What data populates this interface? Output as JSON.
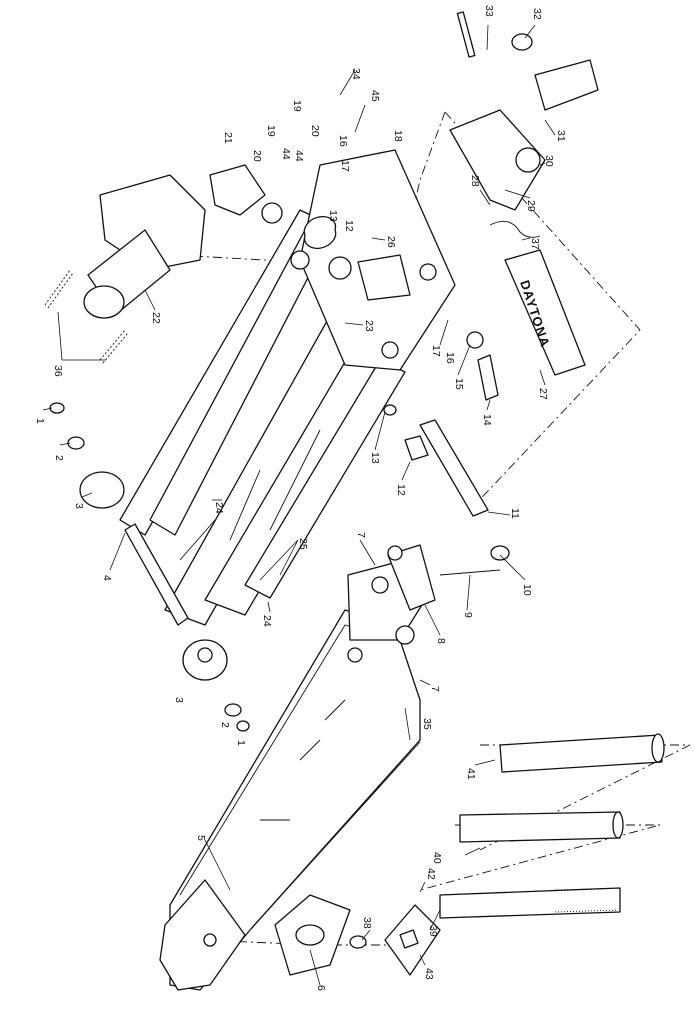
{
  "diagram": {
    "brand_plate_text": "DAYTONA",
    "callouts": [
      {
        "id": "c1a",
        "label": "1"
      },
      {
        "id": "c2a",
        "label": "2"
      },
      {
        "id": "c3a",
        "label": "3"
      },
      {
        "id": "c4",
        "label": "4"
      },
      {
        "id": "c5",
        "label": "5"
      },
      {
        "id": "c6",
        "label": "6"
      },
      {
        "id": "c7a",
        "label": "7"
      },
      {
        "id": "c7b",
        "label": "7"
      },
      {
        "id": "c8",
        "label": "8"
      },
      {
        "id": "c9",
        "label": "9"
      },
      {
        "id": "c10",
        "label": "10"
      },
      {
        "id": "c11",
        "label": "11"
      },
      {
        "id": "c12a",
        "label": "12"
      },
      {
        "id": "c12b",
        "label": "12"
      },
      {
        "id": "c13a",
        "label": "13"
      },
      {
        "id": "c13b",
        "label": "13"
      },
      {
        "id": "c14",
        "label": "14"
      },
      {
        "id": "c15",
        "label": "15"
      },
      {
        "id": "c16a",
        "label": "16"
      },
      {
        "id": "c16b",
        "label": "16"
      },
      {
        "id": "c17a",
        "label": "17"
      },
      {
        "id": "c17b",
        "label": "17"
      },
      {
        "id": "c18",
        "label": "18"
      },
      {
        "id": "c19a",
        "label": "19"
      },
      {
        "id": "c19b",
        "label": "19"
      },
      {
        "id": "c20a",
        "label": "20"
      },
      {
        "id": "c20b",
        "label": "20"
      },
      {
        "id": "c21",
        "label": "21"
      },
      {
        "id": "c22",
        "label": "22"
      },
      {
        "id": "c23",
        "label": "23"
      },
      {
        "id": "c24a",
        "label": "24"
      },
      {
        "id": "c24b",
        "label": "24"
      },
      {
        "id": "c25",
        "label": "25"
      },
      {
        "id": "c26",
        "label": "26"
      },
      {
        "id": "c27",
        "label": "27"
      },
      {
        "id": "c28",
        "label": "28"
      },
      {
        "id": "c29",
        "label": "29"
      },
      {
        "id": "c30",
        "label": "30"
      },
      {
        "id": "c31",
        "label": "31"
      },
      {
        "id": "c32",
        "label": "32"
      },
      {
        "id": "c33",
        "label": "33"
      },
      {
        "id": "c34",
        "label": "34"
      },
      {
        "id": "c35",
        "label": "35"
      },
      {
        "id": "c36",
        "label": "36"
      },
      {
        "id": "c37",
        "label": "37"
      },
      {
        "id": "c38",
        "label": "38"
      },
      {
        "id": "c39",
        "label": "39"
      },
      {
        "id": "c40",
        "label": "40"
      },
      {
        "id": "c41",
        "label": "41"
      },
      {
        "id": "c42",
        "label": "42"
      },
      {
        "id": "c43",
        "label": "43"
      },
      {
        "id": "c44a",
        "label": "44"
      },
      {
        "id": "c44b",
        "label": "44"
      },
      {
        "id": "c45",
        "label": "45"
      },
      {
        "id": "c1b",
        "label": "1"
      },
      {
        "id": "c2b",
        "label": "2"
      },
      {
        "id": "c3b",
        "label": "3"
      }
    ]
  }
}
